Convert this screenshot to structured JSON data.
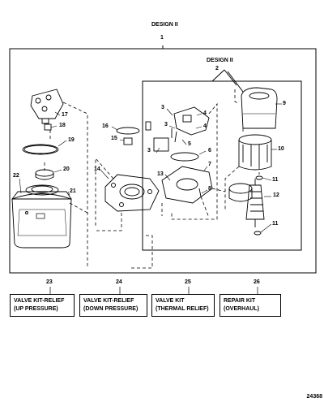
{
  "header": {
    "design_label": "DESIGN II",
    "design_number": "1"
  },
  "subassembly": {
    "design_label": "DESIGN II",
    "design_number": "2"
  },
  "callouts": [
    "3",
    "4",
    "3",
    "4",
    "3",
    "5",
    "6",
    "7",
    "8",
    "9",
    "10",
    "11",
    "12",
    "11",
    "13",
    "14",
    "15",
    "16",
    "17",
    "18",
    "19",
    "20",
    "21",
    "22"
  ],
  "kits": [
    {
      "number": "23",
      "line1": "VALVE KIT-RELIEF",
      "line2": "(UP PRESSURE)"
    },
    {
      "number": "24",
      "line1": "VALVE KIT-RELIEF",
      "line2": "(DOWN PRESSURE)"
    },
    {
      "number": "25",
      "line1": "VALVE KIT",
      "line2": "(THERMAL RELIEF)"
    },
    {
      "number": "26",
      "line1": "REPAIR KIT",
      "line2": "(OVERHAUL)"
    }
  ],
  "reference_number": "24368"
}
